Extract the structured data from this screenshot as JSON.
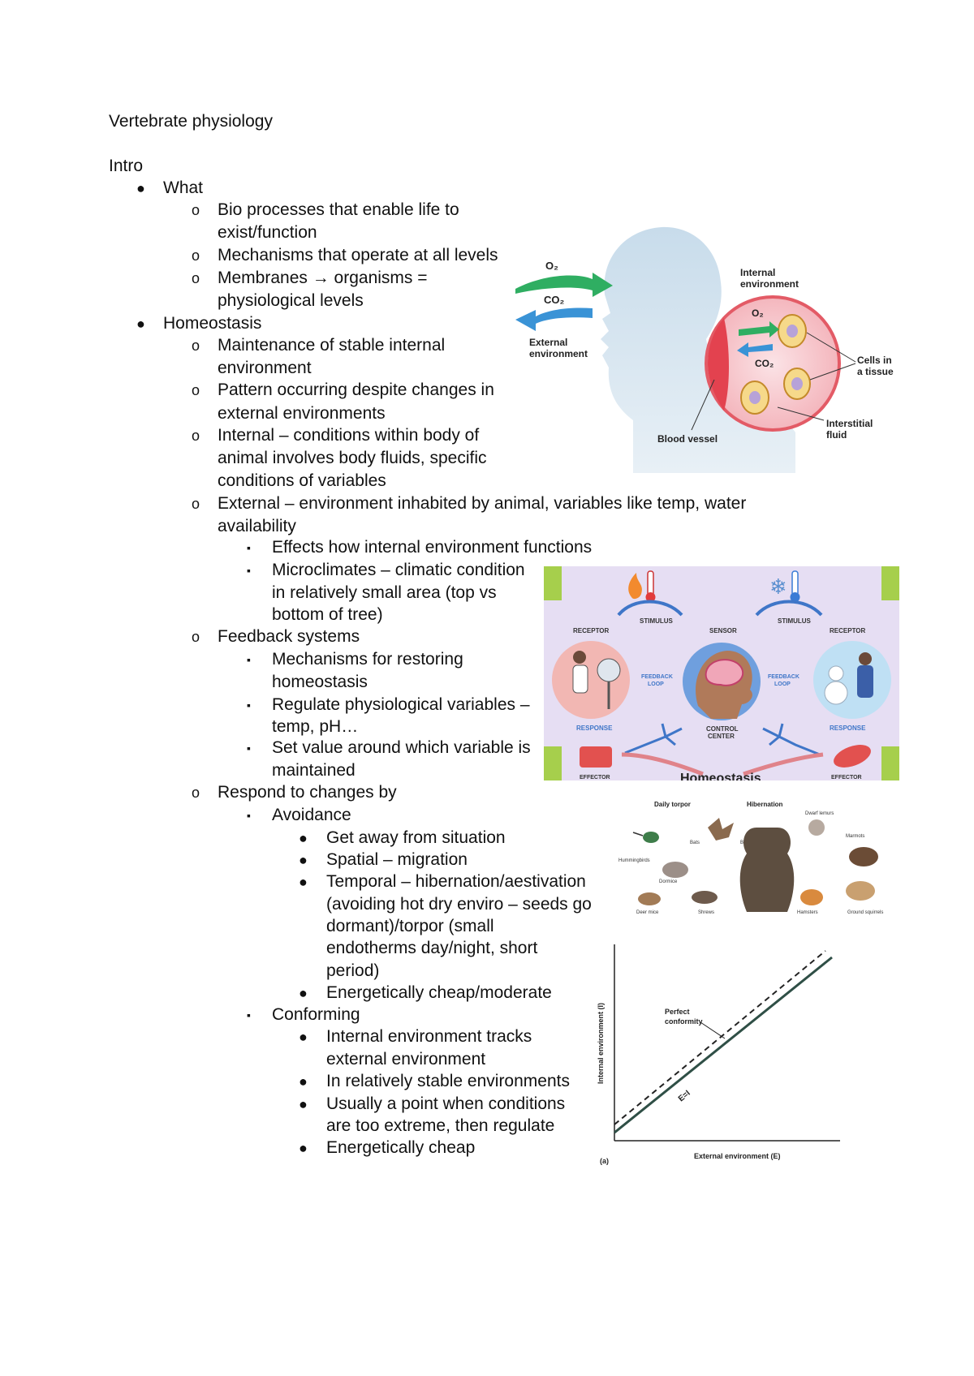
{
  "doc": {
    "title": "Vertebrate physiology",
    "intro": "Intro",
    "bullets": {
      "l1": "●",
      "l2": "o",
      "l3": "▪"
    },
    "lines": {
      "what": "What",
      "bio1": "Bio processes that enable life to",
      "bio2": "exist/function",
      "mech": "Mechanisms that operate at all levels",
      "memb1": "Membranes → organisms =",
      "memb2": "physiological levels",
      "homeo": "Homeostasis",
      "maint1": "Maintenance of stable internal",
      "maint2": "environment",
      "patt1": "Pattern occurring despite changes in",
      "patt2": "external environments",
      "int1": "Internal – conditions within body of",
      "int2": "animal involves body fluids, specific",
      "int3": "conditions of variables",
      "ext1": "External – environment inhabited by animal, variables like temp, water",
      "ext2": "availability",
      "eff": "Effects how internal environment functions",
      "micro1": "Microclimates – climatic condition",
      "micro2": "in relatively small area (top vs",
      "micro3": "bottom of tree)",
      "fb": "Feedback systems",
      "mr1": "Mechanisms for restoring",
      "mr2": "homeostasis",
      "reg1": "Regulate physiological variables –",
      "reg2": "temp, pH…",
      "set1": "Set value around which variable is",
      "set2": "maintained",
      "resp": "Respond to changes by",
      "avoid": "Avoidance",
      "get": "Get away from situation",
      "spatial": "Spatial – migration",
      "temp1": "Temporal – hibernation/aestivation",
      "temp2": "(avoiding hot dry enviro – seeds go",
      "temp3": "dormant)/torpor (small",
      "temp4": "endotherms day/night, short",
      "temp5": "period)",
      "ecm": "Energetically cheap/moderate",
      "conf": "Conforming",
      "track1": "Internal environment tracks",
      "track2": "external environment",
      "stable": "In relatively stable environments",
      "usual1": "Usually a point when conditions",
      "usual2": "are too extreme, then regulate",
      "cheap": "Energetically cheap"
    }
  },
  "figures": {
    "body": {
      "o2": "O₂",
      "co2": "CO₂",
      "external": [
        "External",
        "environment"
      ],
      "internal": [
        "Internal",
        "environment"
      ],
      "o2_in": "O₂",
      "co2_in": "CO₂",
      "cells": [
        "Cells in",
        "a tissue"
      ],
      "interstitial": [
        "Interstitial",
        "fluid"
      ],
      "vessel": "Blood vessel"
    },
    "homeostasis": {
      "receptor_left": "RECEPTOR",
      "stimulus_left": "STIMULUS",
      "sensor": "SENSOR",
      "stimulus_right": "STIMULUS",
      "receptor_right": "RECEPTOR",
      "feedback_left": [
        "FEEDBACK",
        "LOOP"
      ],
      "feedback_right": [
        "FEEDBACK",
        "LOOP"
      ],
      "response_left": "RESPONSE",
      "control": [
        "CONTROL",
        "CENTER"
      ],
      "response_right": "RESPONSE",
      "effector_left": "EFFECTOR",
      "title": "Homeostasis",
      "effector_right": "EFFECTOR"
    },
    "animals": {
      "daily_torpor": "Daily torpor",
      "hibernation": "Hibernation",
      "dead_lemurs": "Dwarf lemurs",
      "marmots": "Marmots",
      "bats": "Bats",
      "bears": "Bears",
      "hummingbirds": "Hummingbirds",
      "dormice": "Dormice",
      "deer_mice": "Deer mice",
      "shrews": "Shrews",
      "hamsters": "Hamsters",
      "ground_squirrels": "Ground squirrels"
    },
    "conformity": {
      "ylabel": "Internal environment (I)",
      "xlabel": "External environment (E)",
      "perfect": [
        "Perfect",
        "conformity"
      ],
      "ei": "E=I",
      "panel": "(a)"
    }
  },
  "colors": {
    "skin": "#cfe0ec",
    "green_arrow": "#2fae62",
    "blue_arrow": "#3a93d6",
    "tissue_pink": "#f3b8bf",
    "tissue_ring": "#e35b66",
    "homeo_bg": "#e6def3",
    "homeo_accent": "#a6cf4c"
  }
}
